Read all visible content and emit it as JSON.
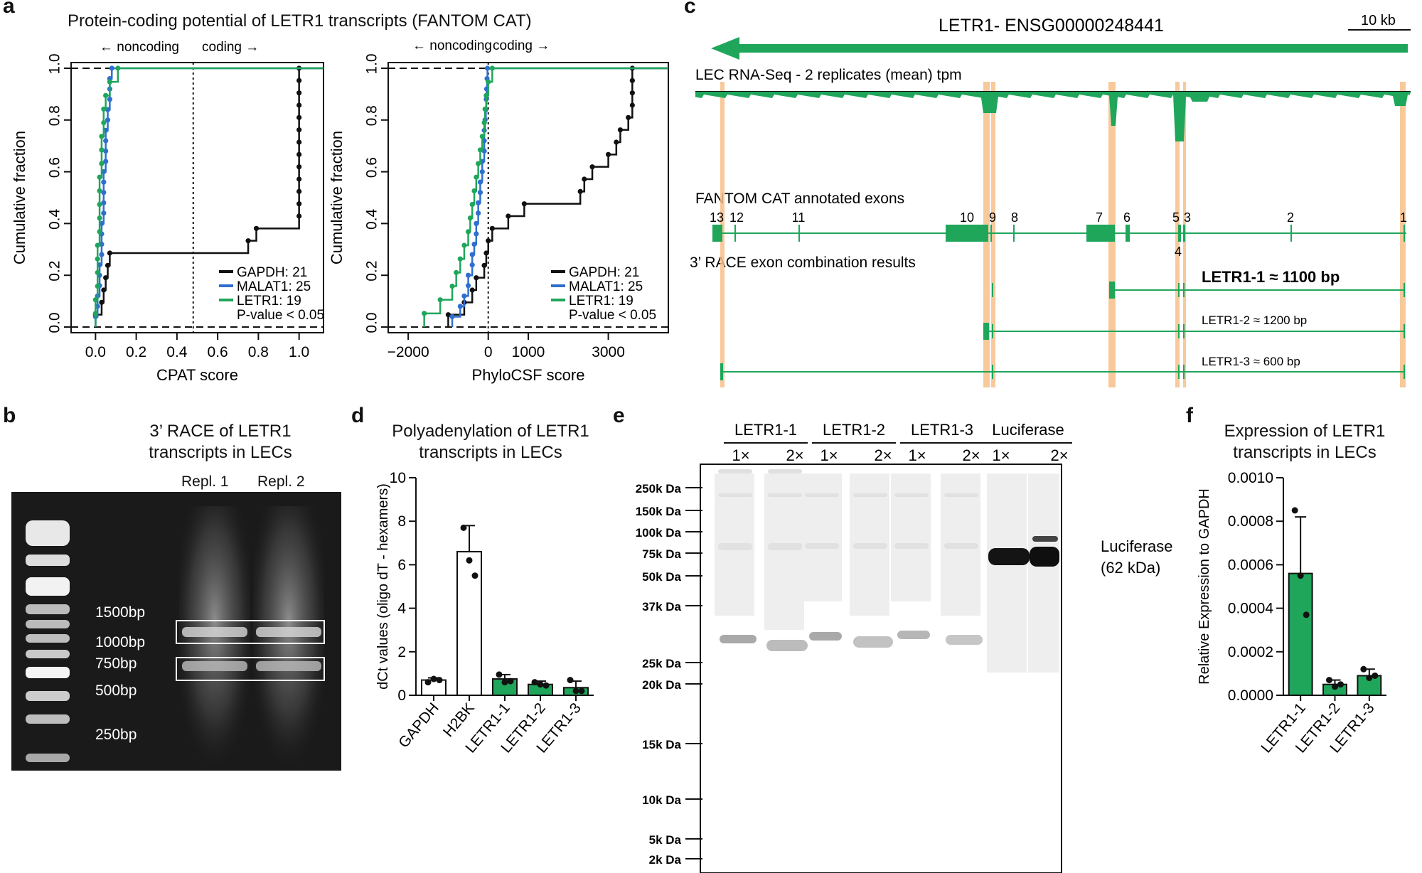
{
  "panels": {
    "a": "a",
    "b": "b",
    "c": "c",
    "d": "d",
    "e": "e",
    "f": "f"
  },
  "colors": {
    "green": "#1fa65b",
    "blue": "#2f6fcf",
    "black": "#111111",
    "orange": "#f7c08a"
  },
  "panel_a": {
    "title": "Protein-coding potential of  LETR1 transcripts (FANTOM CAT)",
    "arrow_noncoding": "← noncoding",
    "arrow_coding": "coding →",
    "legend": [
      {
        "label": "GAPDH: 21",
        "color": "#111111"
      },
      {
        "label": "MALAT1: 25",
        "color": "#2f6fcf"
      },
      {
        "label": "LETR1: 19",
        "color": "#1fa65b"
      }
    ],
    "pvalue": "P-value < 0.05"
  },
  "panel_c": {
    "title": "LETR1- ENSG00000248441",
    "scale": "10 kb",
    "track1": "LEC RNA-Seq - 2 replicates (mean) tpm",
    "track2": "FANTOM CAT annotated exons",
    "track3": "3’ RACE exon combination results",
    "exon_numbers": [
      "13",
      "12",
      "11",
      "10",
      "9",
      "8",
      "7",
      "6",
      "5",
      "3",
      "4",
      "2",
      "1"
    ],
    "isoforms": [
      "LETR1-1 ≈ 1100 bp",
      "LETR1-2 ≈ 1200 bp",
      "LETR1-3 ≈ 600 bp"
    ]
  },
  "panel_b": {
    "title_line1": "3’ RACE of LETR1",
    "title_line2": "transcripts in LECs",
    "repl1": "Repl. 1",
    "repl2": "Repl. 2",
    "ladder": [
      "1500bp",
      "1000bp",
      "750bp",
      "500bp",
      "250bp"
    ]
  },
  "panel_e": {
    "groups": [
      "LETR1-1",
      "LETR1-2",
      "LETR1-3",
      "Luciferase"
    ],
    "doses": [
      "1×",
      "2×"
    ],
    "markers": [
      "250k Da",
      "150k Da",
      "100k Da",
      "75k Da",
      "50k Da",
      "37k Da",
      "25k Da",
      "20k Da",
      "15k Da",
      "10k Da",
      "5k Da",
      "2k Da"
    ],
    "band_label_line1": "Luciferase",
    "band_label_line2": "(62 kDa)"
  },
  "chart_data": [
    {
      "id": "a-left",
      "type": "line",
      "subtype": "ecdf-step",
      "xlabel": "CPAT score",
      "ylabel": "Cumulative fraction",
      "xlim": [
        -0.12,
        1.12
      ],
      "ylim": [
        0,
        1
      ],
      "xticks": [
        "0.0",
        "0.2",
        "0.4",
        "0.6",
        "0.8",
        "1.0"
      ],
      "yticks": [
        "0.0",
        "0.2",
        "0.4",
        "0.6",
        "0.8",
        "1.0"
      ],
      "vline": 0.48,
      "series": [
        {
          "name": "GAPDH: 21",
          "color": "#111111",
          "x": [
            0.0,
            0.03,
            0.04,
            0.05,
            0.06,
            0.07,
            0.75,
            0.79,
            1.0,
            1.0,
            1.0,
            1.0,
            1.0,
            1.0,
            1.0,
            1.0,
            1.0,
            1.0,
            1.0,
            1.0,
            1.0
          ]
        },
        {
          "name": "MALAT1: 25",
          "color": "#2f6fcf",
          "x": [
            0.0,
            0.01,
            0.01,
            0.02,
            0.02,
            0.02,
            0.03,
            0.03,
            0.03,
            0.03,
            0.04,
            0.04,
            0.04,
            0.04,
            0.04,
            0.05,
            0.05,
            0.05,
            0.05,
            0.06,
            0.06,
            0.07,
            0.07,
            0.07,
            0.08
          ]
        },
        {
          "name": "LETR1: 19",
          "color": "#1fa65b",
          "x": [
            0.0,
            0.0,
            0.01,
            0.01,
            0.01,
            0.01,
            0.02,
            0.02,
            0.02,
            0.02,
            0.02,
            0.03,
            0.03,
            0.03,
            0.04,
            0.04,
            0.05,
            0.07,
            0.11
          ]
        }
      ]
    },
    {
      "id": "a-right",
      "type": "line",
      "subtype": "ecdf-step",
      "xlabel": "PhyloCSF score",
      "ylabel": "Cumulative fraction",
      "xlim": [
        -2500,
        4500
      ],
      "ylim": [
        0,
        1
      ],
      "xticks": [
        "−2000",
        "0",
        "1000",
        "3000"
      ],
      "xtick_values": [
        -2000,
        0,
        1000,
        3000
      ],
      "yticks": [
        "0.0",
        "0.2",
        "0.4",
        "0.6",
        "0.8",
        "1.0"
      ],
      "vline": 0,
      "series": [
        {
          "name": "GAPDH: 21",
          "color": "#111111",
          "x": [
            -1000,
            -600,
            -400,
            -300,
            -100,
            -50,
            0,
            100,
            500,
            900,
            2300,
            2400,
            2600,
            3000,
            3200,
            3300,
            3500,
            3600,
            3600,
            3600,
            3600
          ]
        },
        {
          "name": "MALAT1: 25",
          "color": "#2f6fcf",
          "x": [
            -900,
            -700,
            -600,
            -500,
            -500,
            -400,
            -400,
            -350,
            -300,
            -300,
            -250,
            -250,
            -200,
            -200,
            -150,
            -150,
            -100,
            -100,
            -100,
            -80,
            -60,
            -50,
            -40,
            -30,
            -20
          ]
        },
        {
          "name": "LETR1: 19",
          "color": "#1fa65b",
          "x": [
            -1600,
            -1200,
            -900,
            -800,
            -700,
            -600,
            -500,
            -450,
            -400,
            -350,
            -300,
            -250,
            -200,
            -150,
            -100,
            -80,
            -50,
            0,
            100
          ]
        }
      ]
    },
    {
      "id": "d",
      "type": "bar",
      "title": "Polyadenylation of LETR1 transcripts in LECs",
      "ylabel": "dCt values (oligo dT - hexamers)",
      "ylim": [
        0,
        10
      ],
      "yticks": [
        "0",
        "2",
        "4",
        "6",
        "8",
        "10"
      ],
      "categories": [
        "GAPDH",
        "H2BK",
        "LETR1-1",
        "LETR1-2",
        "LETR1-3"
      ],
      "values": [
        0.7,
        6.6,
        0.75,
        0.5,
        0.35
      ],
      "errors": [
        0.1,
        1.2,
        0.2,
        0.15,
        0.3
      ],
      "points": [
        [
          0.6,
          0.75,
          0.7
        ],
        [
          7.7,
          6.2,
          5.5
        ],
        [
          0.95,
          0.6,
          0.65
        ],
        [
          0.6,
          0.5,
          0.45
        ],
        [
          0.7,
          0.2,
          0.2
        ]
      ],
      "fills": [
        "#ffffff",
        "#ffffff",
        "#1fa65b",
        "#1fa65b",
        "#1fa65b"
      ]
    },
    {
      "id": "f",
      "type": "bar",
      "title": "Expression of LETR1 transcripts in LECs",
      "ylabel": "Relative Expression to GAPDH",
      "ylim": [
        0,
        0.001
      ],
      "yticks": [
        "0.0000",
        "0.0002",
        "0.0004",
        "0.0006",
        "0.0008",
        "0.0010"
      ],
      "categories": [
        "LETR1-1",
        "LETR1-2",
        "LETR1-3"
      ],
      "values": [
        0.00056,
        5e-05,
        9e-05
      ],
      "errors": [
        0.00026,
        2e-05,
        3e-05
      ],
      "points": [
        [
          0.00085,
          0.00055,
          0.00037
        ],
        [
          7e-05,
          4e-05,
          5e-05
        ],
        [
          0.00012,
          8e-05,
          9e-05
        ]
      ],
      "fills": [
        "#1fa65b",
        "#1fa65b",
        "#1fa65b"
      ]
    }
  ]
}
